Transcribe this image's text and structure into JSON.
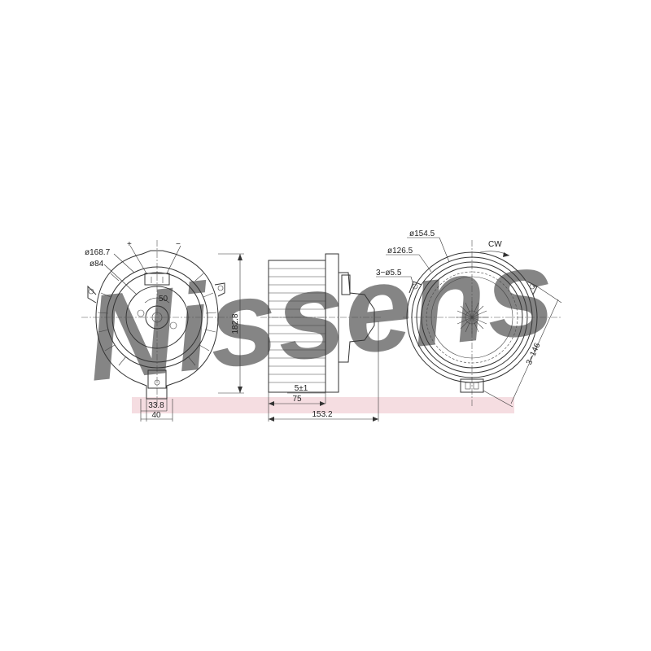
{
  "watermark": {
    "text": "Nissens",
    "color": "#bcc9dd",
    "band_color": "#f3d4da"
  },
  "dimensions": {
    "front": {
      "outer_diameter": "ø168.7",
      "inner_diameter": "ø84",
      "plus": "+",
      "minus": "−",
      "angle": "50",
      "height": "182.8",
      "connector_width": "33.8",
      "bracket_width": "40"
    },
    "side": {
      "gap": "5±1",
      "depth": "75",
      "total_length": "153.2"
    },
    "rear": {
      "outer_diameter": "ø154.5",
      "wheel_diameter": "ø126.5",
      "holes": "3−ø5.5",
      "rotation": "CW",
      "spacing": "3−146"
    }
  }
}
